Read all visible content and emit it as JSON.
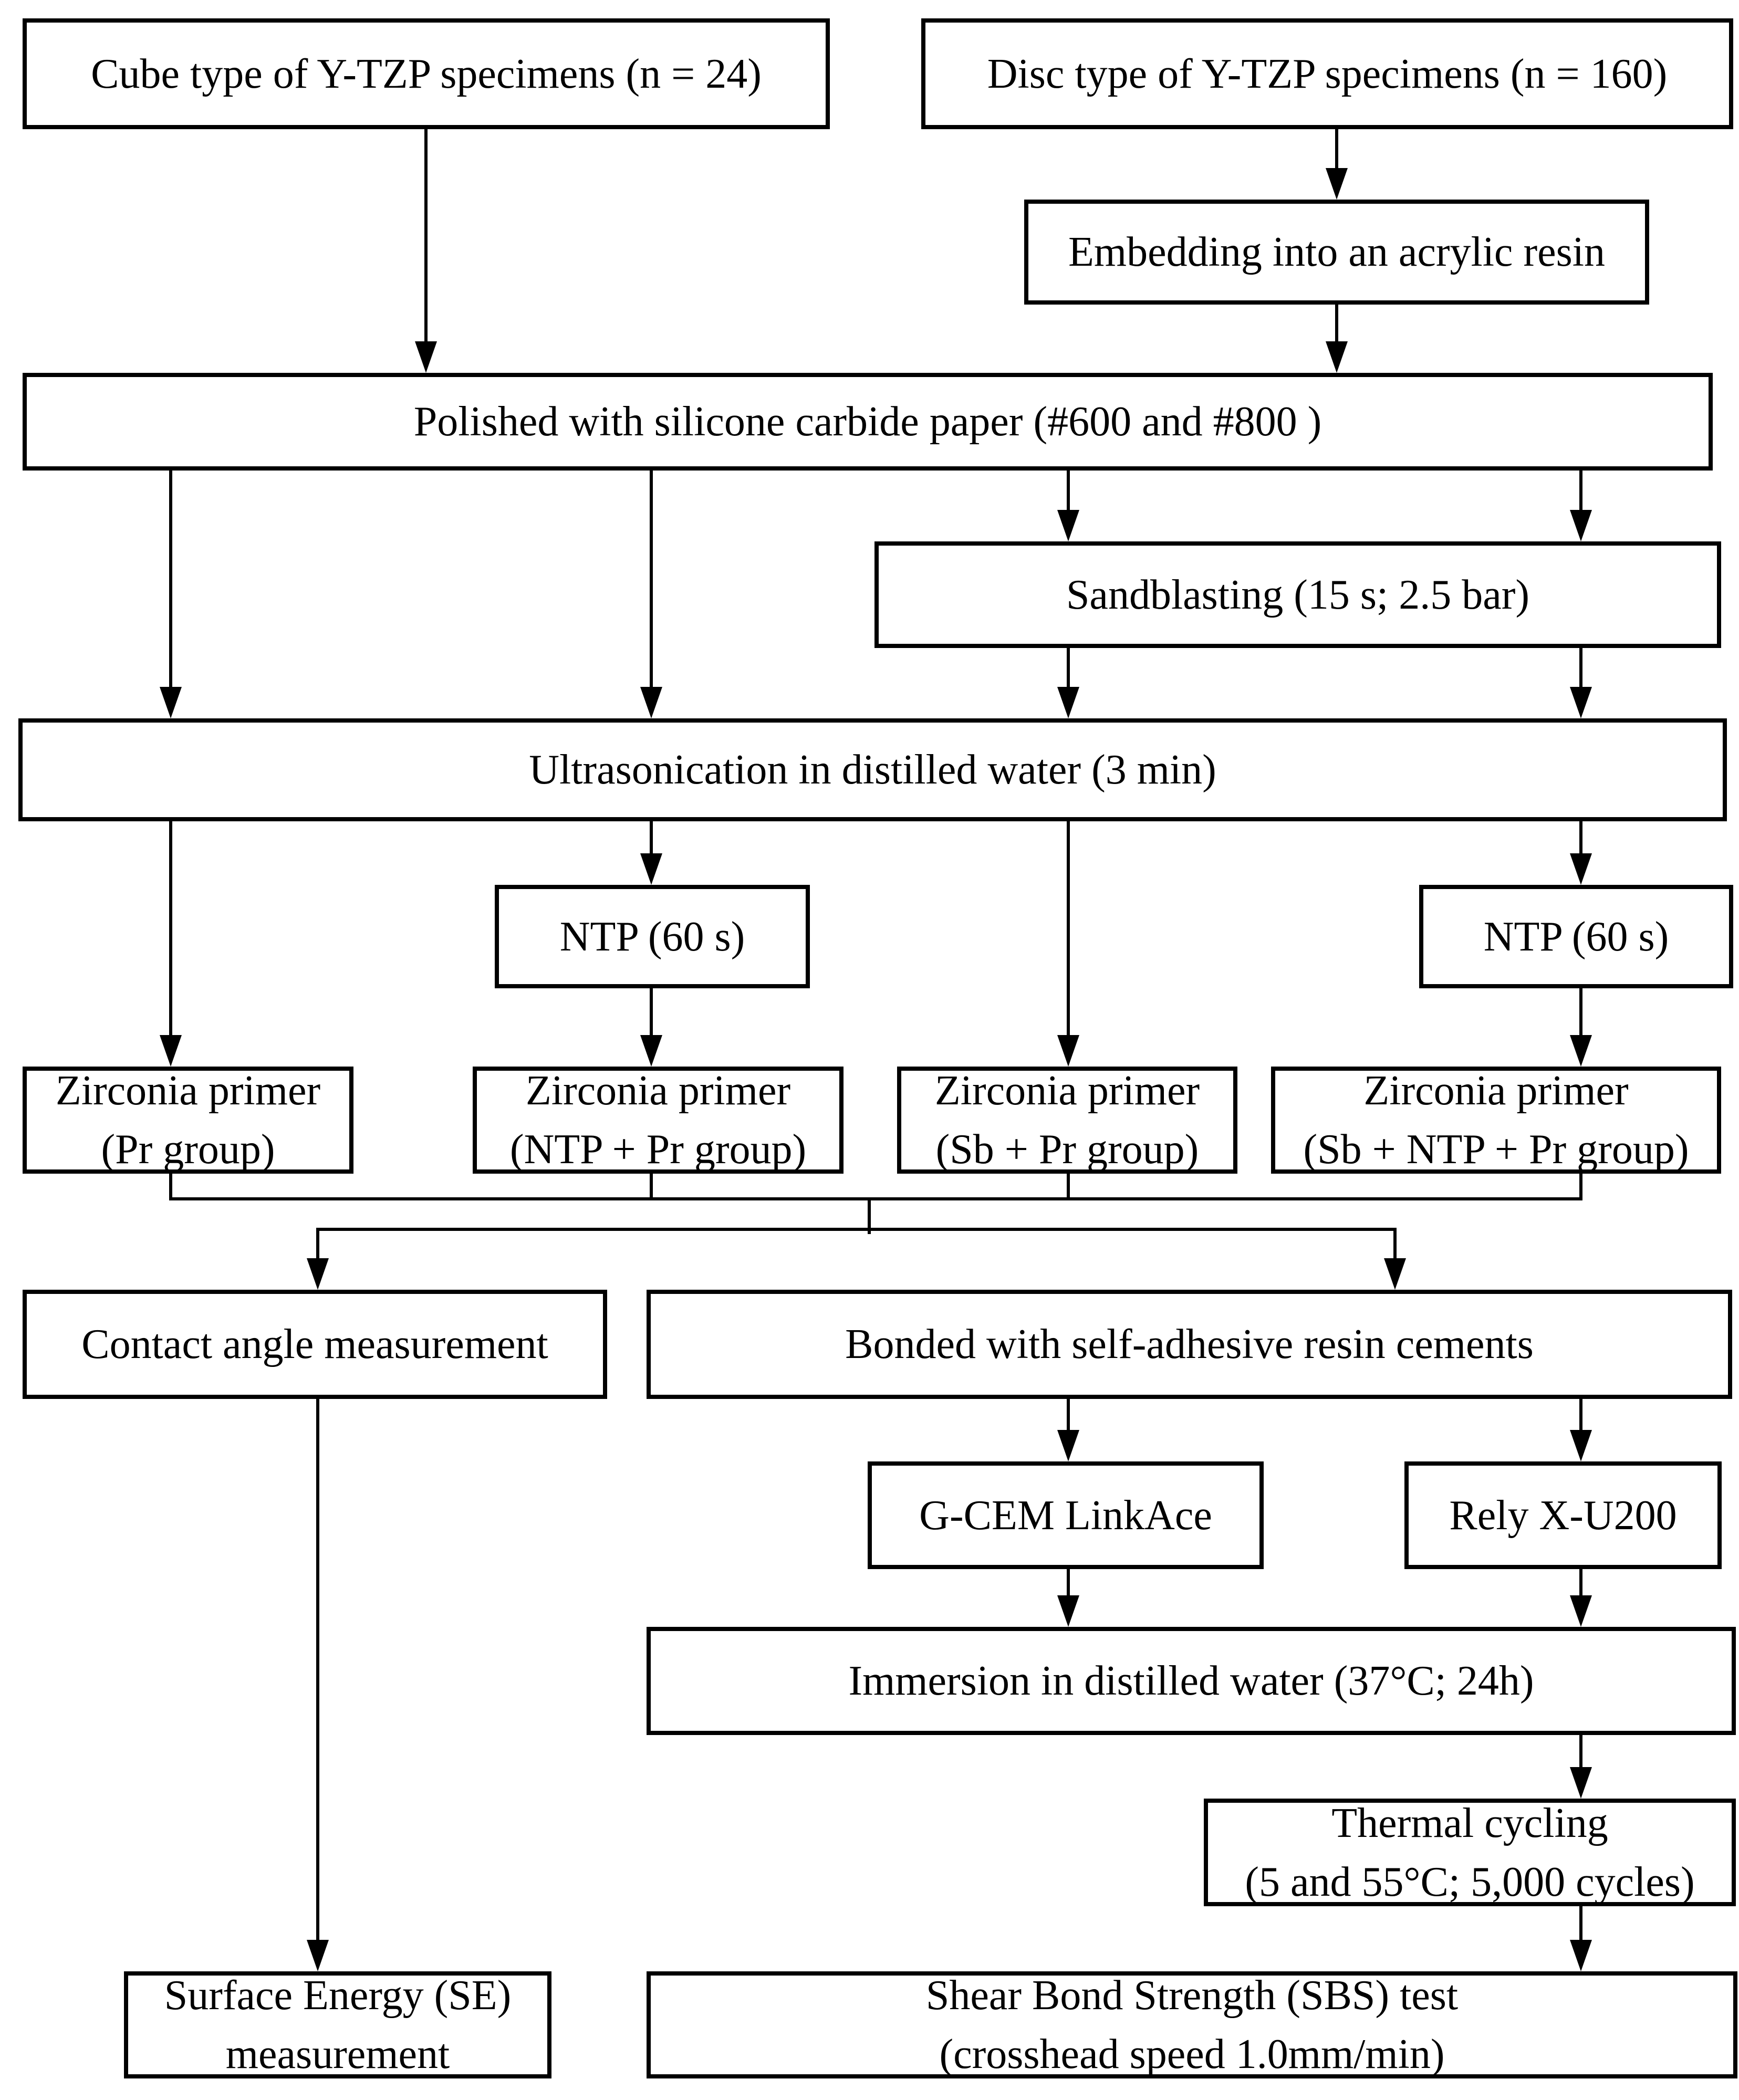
{
  "diagram": {
    "type": "flowchart",
    "colors": {
      "background": "#ffffff",
      "box_border": "#000000",
      "connector": "#000000",
      "text": "#000000"
    },
    "boxes": {
      "cube": {
        "label": "Cube type of Y-TZP specimens (n = 24)"
      },
      "disc": {
        "label": "Disc type of Y-TZP specimens (n = 160)"
      },
      "embedding": {
        "label": "Embedding into an acrylic resin"
      },
      "polished": {
        "label": "Polished with silicone carbide paper (#600 and #800 )"
      },
      "sandblasting": {
        "label": "Sandblasting (15 s; 2.5 bar)"
      },
      "ultrasonication": {
        "label": "Ultrasonication in distilled water (3 min)"
      },
      "ntp_left": {
        "label": "NTP (60 s)"
      },
      "ntp_right": {
        "label": "NTP (60 s)"
      },
      "primer_pr": {
        "line1": "Zirconia primer",
        "line2": "(Pr group)"
      },
      "primer_ntp_pr": {
        "line1": "Zirconia primer",
        "line2": "(NTP + Pr group)"
      },
      "primer_sb_pr": {
        "line1": "Zirconia primer",
        "line2": "(Sb + Pr group)"
      },
      "primer_sb_ntp_pr": {
        "line1": "Zirconia primer",
        "line2": "(Sb + NTP + Pr group)"
      },
      "contact_angle": {
        "label": "Contact angle measurement"
      },
      "bonded": {
        "label": "Bonded with self-adhesive resin cements"
      },
      "gcem": {
        "label": "G-CEM LinkAce"
      },
      "relyx": {
        "label": "Rely X-U200"
      },
      "immersion": {
        "label": "Immersion in distilled water (37°C; 24h)"
      },
      "thermal": {
        "line1": "Thermal cycling",
        "line2": "(5 and 55°C; 5,000 cycles)"
      },
      "surface_energy": {
        "line1": "Surface Energy (SE)",
        "line2": "measurement"
      },
      "sbs": {
        "line1": "Shear Bond Strength (SBS) test",
        "line2": "(crosshead speed 1.0mm/min)"
      }
    }
  }
}
